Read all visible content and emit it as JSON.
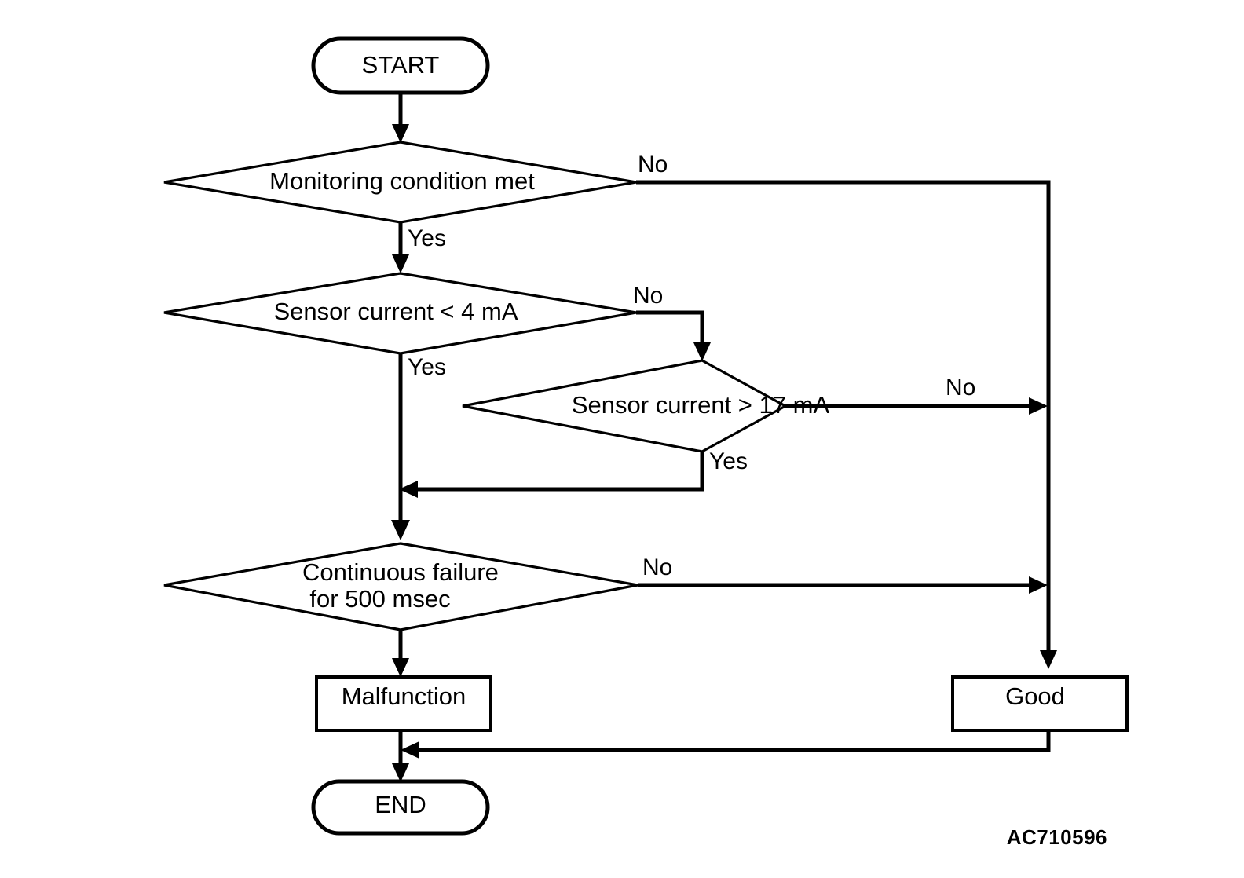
{
  "diagram": {
    "type": "flowchart",
    "title": "Sensor current monitoring logic flow",
    "figure_id": "AC710596",
    "background_color": "#ffffff",
    "line_color": "#000000",
    "nodes": [
      {
        "id": "start",
        "shape": "terminator",
        "label": "START"
      },
      {
        "id": "monitoring",
        "shape": "decision",
        "label": "Monitoring condition met"
      },
      {
        "id": "current_low",
        "shape": "decision",
        "label": "Sensor current < 4 mA"
      },
      {
        "id": "current_high",
        "shape": "decision",
        "label": "Sensor current > 17 mA"
      },
      {
        "id": "continuous",
        "shape": "decision",
        "label_line1": "Continuous failure",
        "label_line2": "for 500 msec"
      },
      {
        "id": "malfunction",
        "shape": "process",
        "label": "Malfunction"
      },
      {
        "id": "good",
        "shape": "process",
        "label": "Good"
      },
      {
        "id": "end",
        "shape": "terminator",
        "label": "END"
      }
    ],
    "edges": [
      {
        "from": "start",
        "to": "monitoring",
        "label": ""
      },
      {
        "from": "monitoring",
        "to": "current_low",
        "label": "Yes"
      },
      {
        "from": "monitoring",
        "to": "good",
        "label": "No"
      },
      {
        "from": "current_low",
        "to": "continuous",
        "label": "Yes"
      },
      {
        "from": "current_low",
        "to": "current_high",
        "label": "No"
      },
      {
        "from": "current_high",
        "to": "continuous",
        "label": "Yes"
      },
      {
        "from": "current_high",
        "to": "good",
        "label": "No"
      },
      {
        "from": "continuous",
        "to": "malfunction",
        "label": "Yes"
      },
      {
        "from": "continuous",
        "to": "good",
        "label": "No"
      },
      {
        "from": "malfunction",
        "to": "end",
        "label": ""
      },
      {
        "from": "good",
        "to": "end",
        "label": ""
      }
    ],
    "edge_labels": {
      "monitoring_yes": "Yes",
      "monitoring_no": "No",
      "current_low_yes": "Yes",
      "current_low_no": "No",
      "current_high_yes": "Yes",
      "current_high_no": "No",
      "continuous_no": "No"
    }
  }
}
